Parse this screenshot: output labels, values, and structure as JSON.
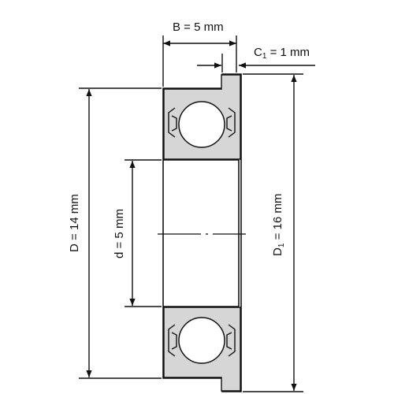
{
  "dimensions": {
    "width_B": "B = 5 mm",
    "chamfer_C1": "C",
    "chamfer_C1_sub": "1",
    "chamfer_C1_value": " = 1 mm",
    "outer_D": "D = 14 mm",
    "flange_D1": "D",
    "flange_D1_sub": "1",
    "flange_D1_value": " = 16 mm",
    "bore_d": "d = 5 mm"
  },
  "colors": {
    "section_fill": "#d6d6d6",
    "line": "#111111",
    "background": "#ffffff"
  }
}
